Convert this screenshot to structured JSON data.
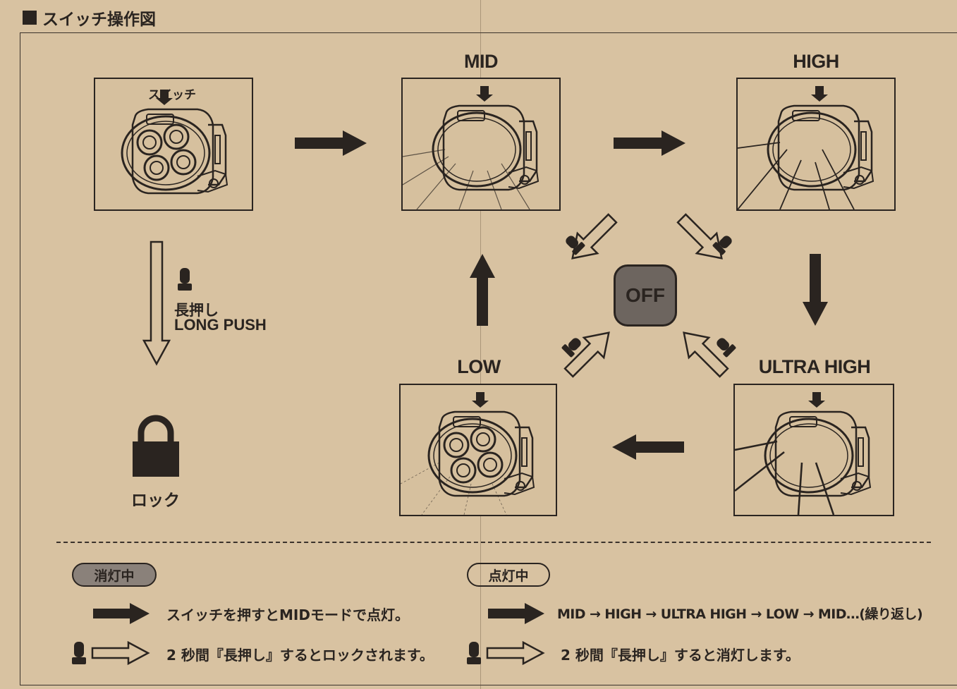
{
  "header": {
    "title": "スイッチ操作図"
  },
  "panels": {
    "initial": {
      "switch_label": "スイッチ"
    },
    "mid": {
      "label": "MID"
    },
    "high": {
      "label": "HIGH"
    },
    "low": {
      "label": "LOW"
    },
    "ultra_high": {
      "label": "ULTRA HIGH"
    }
  },
  "off_button": {
    "label": "OFF"
  },
  "long_push": {
    "label_jp": "長押し",
    "label_en": "LONG PUSH"
  },
  "lock": {
    "label": "ロック"
  },
  "legend": {
    "off_state": {
      "badge": "消灯中",
      "press_text": "スイッチを押すとMIDモードで点灯。",
      "hold_text": "2 秒間『長押し』するとロックされます。"
    },
    "on_state": {
      "badge": "点灯中",
      "press_text": "MID → HIGH → ULTRA HIGH → LOW → MID…(繰り返し)",
      "hold_text": "2 秒間『長押し』すると消灯します。"
    }
  },
  "colors": {
    "background": "#d8c2a1",
    "ink": "#2a2420",
    "off_fill": "#6d655f",
    "badge_fill": "#8a817a"
  }
}
